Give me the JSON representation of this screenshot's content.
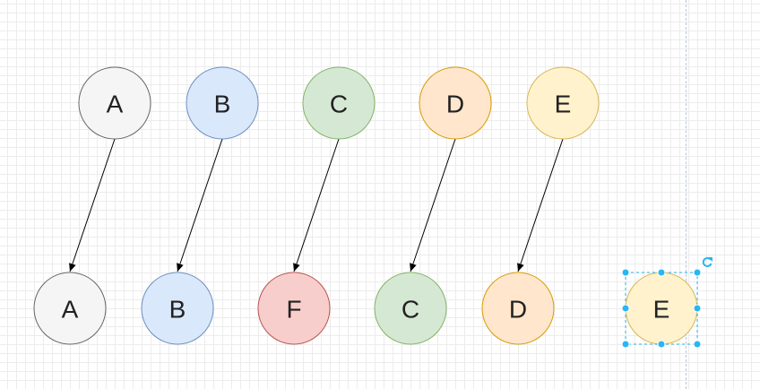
{
  "diagram": {
    "top_row": [
      {
        "id": "tA",
        "label": "A",
        "fill": "#f5f5f5",
        "stroke": "#666666"
      },
      {
        "id": "tB",
        "label": "B",
        "fill": "#dae8fc",
        "stroke": "#6c8ebf"
      },
      {
        "id": "tC",
        "label": "C",
        "fill": "#d5e8d4",
        "stroke": "#82b366"
      },
      {
        "id": "tD",
        "label": "D",
        "fill": "#ffe6cc",
        "stroke": "#d79b00"
      },
      {
        "id": "tE",
        "label": "E",
        "fill": "#fff2cc",
        "stroke": "#d6b656"
      }
    ],
    "bottom_row": [
      {
        "id": "bA",
        "label": "A",
        "fill": "#f5f5f5",
        "stroke": "#666666"
      },
      {
        "id": "bB",
        "label": "B",
        "fill": "#dae8fc",
        "stroke": "#6c8ebf"
      },
      {
        "id": "bF",
        "label": "F",
        "fill": "#f8cecc",
        "stroke": "#b85450"
      },
      {
        "id": "bC",
        "label": "C",
        "fill": "#d5e8d4",
        "stroke": "#82b366"
      },
      {
        "id": "bD",
        "label": "D",
        "fill": "#ffe6cc",
        "stroke": "#d79b00"
      },
      {
        "id": "bE",
        "label": "E",
        "fill": "#fff2cc",
        "stroke": "#d6b656",
        "selected": true
      }
    ],
    "edges": [
      {
        "from": "tA",
        "to": "bA"
      },
      {
        "from": "tB",
        "to": "bB"
      },
      {
        "from": "tC",
        "to": "bF"
      },
      {
        "from": "tD",
        "to": "bC"
      },
      {
        "from": "tE",
        "to": "bD"
      }
    ],
    "selection_color": "#29b6f2",
    "edge_color": "#000000"
  }
}
